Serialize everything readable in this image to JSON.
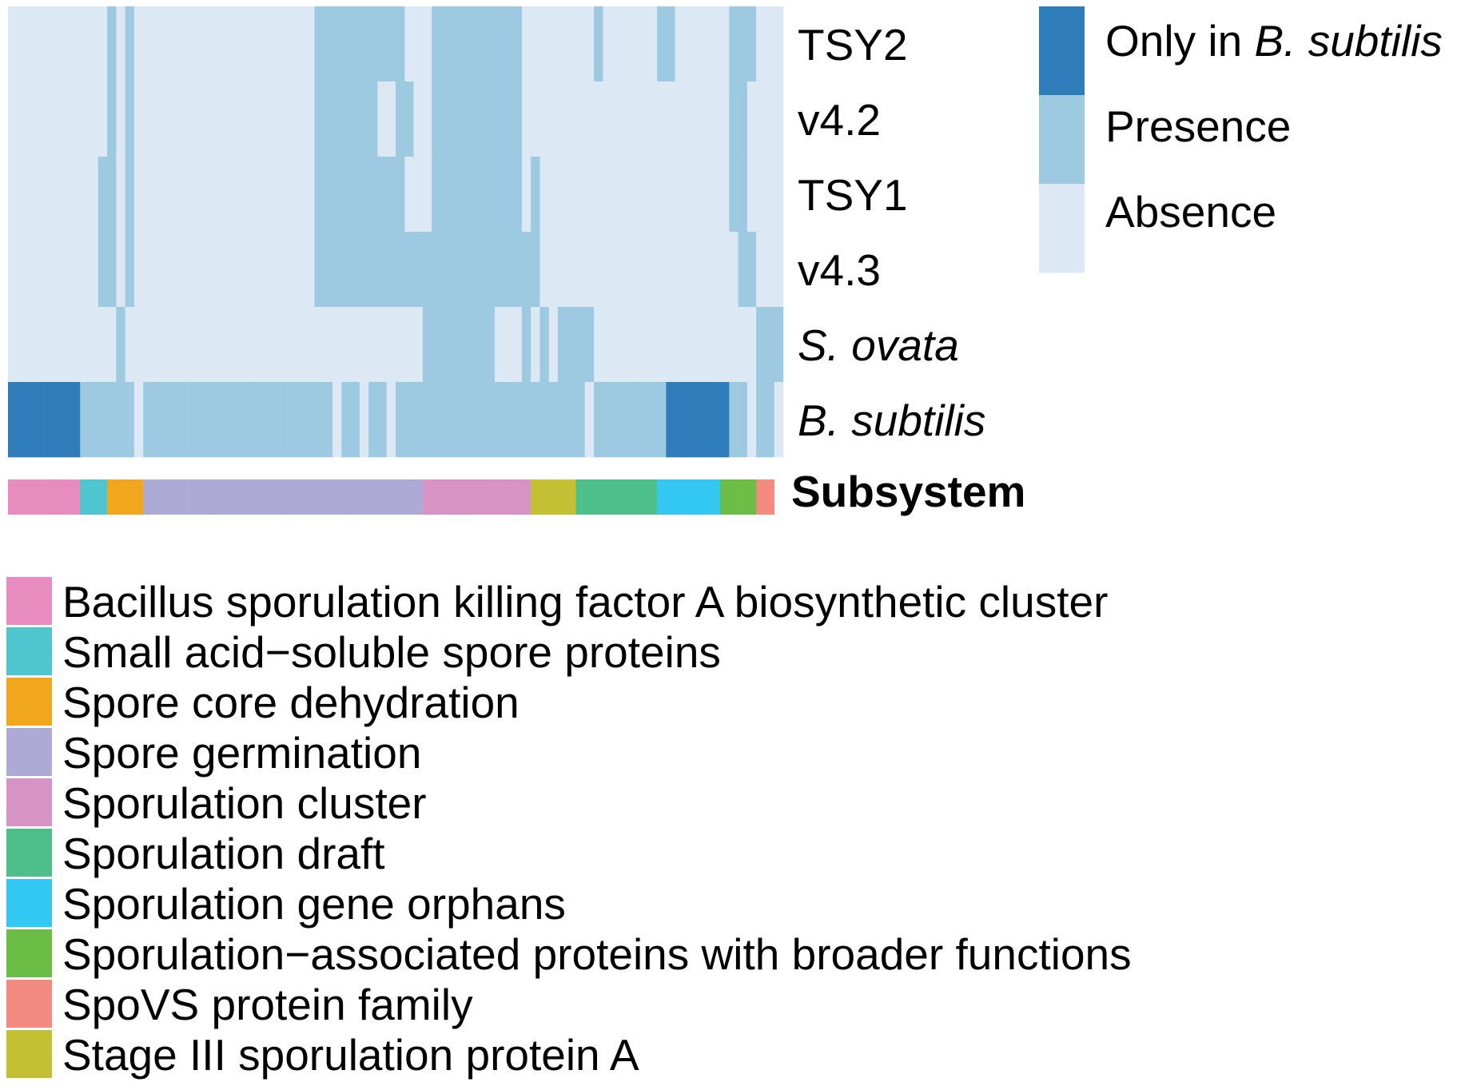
{
  "chart_data": {
    "type": "heatmap",
    "rows": [
      {
        "label": "TSY2",
        "italic": false
      },
      {
        "label": "v4.2",
        "italic": false
      },
      {
        "label": "TSY1",
        "italic": false
      },
      {
        "label": "v4.3",
        "italic": false
      },
      {
        "label": "S. ovata",
        "italic": true
      },
      {
        "label": "B. subtilis",
        "italic": true
      }
    ],
    "column_count": 86,
    "value_legend": [
      {
        "label_prefix": "Only in ",
        "label_italic": "B. subtilis",
        "color": "#2e7cba",
        "code": 2
      },
      {
        "label_prefix": "Presence",
        "label_italic": "",
        "color": "#9ecae1",
        "code": 1
      },
      {
        "label_prefix": "Absence",
        "label_italic": "",
        "color": "#dce9f5",
        "code": 0
      }
    ],
    "values": [
      [
        0,
        0,
        0,
        0,
        0,
        0,
        0,
        0,
        0,
        0,
        0,
        1,
        0,
        1,
        0,
        0,
        0,
        0,
        0,
        0,
        0,
        0,
        0,
        0,
        0,
        0,
        0,
        0,
        0,
        0,
        0,
        0,
        0,
        0,
        1,
        1,
        1,
        1,
        1,
        1,
        1,
        1,
        1,
        1,
        0,
        0,
        0,
        1,
        1,
        1,
        1,
        1,
        1,
        1,
        1,
        1,
        1,
        0,
        0,
        0,
        0,
        0,
        0,
        0,
        0,
        1,
        0,
        0,
        0,
        0,
        0,
        0,
        1,
        1,
        0,
        0,
        0,
        0,
        0,
        0,
        1,
        1,
        1,
        0,
        0,
        0
      ],
      [
        0,
        0,
        0,
        0,
        0,
        0,
        0,
        0,
        0,
        0,
        0,
        1,
        0,
        1,
        0,
        0,
        0,
        0,
        0,
        0,
        0,
        0,
        0,
        0,
        0,
        0,
        0,
        0,
        0,
        0,
        0,
        0,
        0,
        0,
        1,
        1,
        1,
        1,
        1,
        1,
        1,
        0,
        0,
        1,
        1,
        0,
        0,
        1,
        1,
        1,
        1,
        1,
        1,
        1,
        1,
        1,
        1,
        0,
        0,
        0,
        0,
        0,
        0,
        0,
        0,
        0,
        0,
        0,
        0,
        0,
        0,
        0,
        0,
        0,
        0,
        0,
        0,
        0,
        0,
        0,
        1,
        1,
        0,
        0,
        0,
        0
      ],
      [
        0,
        0,
        0,
        0,
        0,
        0,
        0,
        0,
        0,
        0,
        1,
        1,
        0,
        1,
        0,
        0,
        0,
        0,
        0,
        0,
        0,
        0,
        0,
        0,
        0,
        0,
        0,
        0,
        0,
        0,
        0,
        0,
        0,
        0,
        1,
        1,
        1,
        1,
        1,
        1,
        1,
        1,
        1,
        1,
        0,
        0,
        0,
        1,
        1,
        1,
        1,
        1,
        1,
        1,
        1,
        1,
        1,
        0,
        1,
        0,
        0,
        0,
        0,
        0,
        0,
        0,
        0,
        0,
        0,
        0,
        0,
        0,
        0,
        0,
        0,
        0,
        0,
        0,
        0,
        0,
        1,
        1,
        0,
        0,
        0,
        0
      ],
      [
        0,
        0,
        0,
        0,
        0,
        0,
        0,
        0,
        0,
        0,
        1,
        1,
        0,
        1,
        0,
        0,
        0,
        0,
        0,
        0,
        0,
        0,
        0,
        0,
        0,
        0,
        0,
        0,
        0,
        0,
        0,
        0,
        0,
        0,
        1,
        1,
        1,
        1,
        1,
        1,
        1,
        1,
        1,
        1,
        1,
        1,
        1,
        1,
        1,
        1,
        1,
        1,
        1,
        1,
        1,
        1,
        1,
        1,
        1,
        0,
        0,
        0,
        0,
        0,
        0,
        0,
        0,
        0,
        0,
        0,
        0,
        0,
        0,
        0,
        0,
        0,
        0,
        0,
        0,
        0,
        0,
        1,
        1,
        0,
        0,
        0
      ],
      [
        0,
        0,
        0,
        0,
        0,
        0,
        0,
        0,
        0,
        0,
        0,
        0,
        1,
        0,
        0,
        0,
        0,
        0,
        0,
        0,
        0,
        0,
        0,
        0,
        0,
        0,
        0,
        0,
        0,
        0,
        0,
        0,
        0,
        0,
        0,
        0,
        0,
        0,
        0,
        0,
        0,
        0,
        0,
        0,
        0,
        0,
        1,
        1,
        1,
        1,
        1,
        1,
        1,
        1,
        0,
        0,
        0,
        1,
        0,
        1,
        0,
        1,
        1,
        1,
        1,
        0,
        0,
        0,
        0,
        0,
        0,
        0,
        0,
        0,
        0,
        0,
        0,
        0,
        0,
        0,
        0,
        0,
        0,
        1,
        1,
        1
      ],
      [
        2,
        2,
        2,
        2,
        2,
        2,
        2,
        2,
        1,
        1,
        1,
        1,
        1,
        1,
        0,
        1,
        1,
        1,
        1,
        1,
        1,
        1,
        1,
        1,
        1,
        1,
        1,
        1,
        1,
        1,
        1,
        1,
        1,
        1,
        1,
        1,
        0,
        1,
        1,
        0,
        1,
        1,
        0,
        1,
        1,
        1,
        1,
        1,
        1,
        1,
        1,
        1,
        1,
        1,
        1,
        1,
        1,
        1,
        1,
        1,
        1,
        1,
        1,
        1,
        0,
        1,
        1,
        1,
        1,
        1,
        1,
        1,
        1,
        2,
        2,
        2,
        2,
        2,
        2,
        2,
        1,
        1,
        0,
        1,
        1,
        0
      ]
    ],
    "subsystem_bar": {
      "title": "Subsystem",
      "categories_per_column": [
        "Bacillus sporulation killing factor A biosynthetic cluster",
        "Bacillus sporulation killing factor A biosynthetic cluster",
        "Bacillus sporulation killing factor A biosynthetic cluster",
        "Bacillus sporulation killing factor A biosynthetic cluster",
        "Bacillus sporulation killing factor A biosynthetic cluster",
        "Bacillus sporulation killing factor A biosynthetic cluster",
        "Bacillus sporulation killing factor A biosynthetic cluster",
        "Bacillus sporulation killing factor A biosynthetic cluster",
        "Small acid-soluble spore proteins",
        "Small acid-soluble spore proteins",
        "Small acid-soluble spore proteins",
        "Spore core dehydration",
        "Spore core dehydration",
        "Spore core dehydration",
        "Spore core dehydration",
        "Spore germination",
        "Spore germination",
        "Spore germination",
        "Spore germination",
        "Spore germination",
        "Spore germination",
        "Spore germination",
        "Spore germination",
        "Spore germination",
        "Spore germination",
        "Spore germination",
        "Spore germination",
        "Spore germination",
        "Spore germination",
        "Spore germination",
        "Spore germination",
        "Spore germination",
        "Spore germination",
        "Spore germination",
        "Spore germination",
        "Spore germination",
        "Spore germination",
        "Spore germination",
        "Spore germination",
        "Spore germination",
        "Spore germination",
        "Spore germination",
        "Spore germination",
        "Spore germination",
        "Spore germination",
        "Spore germination",
        "Sporulation cluster",
        "Sporulation cluster",
        "Sporulation cluster",
        "Sporulation cluster",
        "Sporulation cluster",
        "Sporulation cluster",
        "Sporulation cluster",
        "Sporulation cluster",
        "Sporulation cluster",
        "Sporulation cluster",
        "Sporulation cluster",
        "Sporulation cluster",
        "Stage III sporulation protein A",
        "Stage III sporulation protein A",
        "Stage III sporulation protein A",
        "Stage III sporulation protein A",
        "Stage III sporulation protein A",
        "Sporulation draft",
        "Sporulation draft",
        "Sporulation draft",
        "Sporulation draft",
        "Sporulation draft",
        "Sporulation draft",
        "Sporulation draft",
        "Sporulation draft",
        "Sporulation draft",
        "Sporulation gene orphans",
        "Sporulation gene orphans",
        "Sporulation gene orphans",
        "Sporulation gene orphans",
        "Sporulation gene orphans",
        "Sporulation gene orphans",
        "Sporulation gene orphans",
        "Sporulation-associated proteins with broader functions",
        "Sporulation-associated proteins with broader functions",
        "Sporulation-associated proteins with broader functions",
        "Sporulation-associated proteins with broader functions",
        "SpoVS protein family",
        "SpoVS protein family"
      ]
    },
    "subsystem_legend": [
      {
        "label": "Bacillus sporulation killing factor A biosynthetic cluster",
        "color": "#e88bbe"
      },
      {
        "label": "Small acid−soluble spore proteins",
        "key": "Small acid-soluble spore proteins",
        "color": "#4fc5cf"
      },
      {
        "label": "Spore core dehydration",
        "color": "#f0a71e"
      },
      {
        "label": "Spore germination",
        "color": "#aeaad6"
      },
      {
        "label": "Sporulation cluster",
        "color": "#d793c5"
      },
      {
        "label": "Sporulation draft",
        "color": "#4cbf8a"
      },
      {
        "label": "Sporulation gene orphans",
        "color": "#33c8f2"
      },
      {
        "label": "Sporulation−associated proteins with broader functions",
        "key": "Sporulation-associated proteins with broader functions",
        "color": "#6cbd45"
      },
      {
        "label": "SpoVS protein family",
        "color": "#f38b80"
      },
      {
        "label": "Stage III sporulation protein A",
        "color": "#c4c033"
      }
    ]
  }
}
